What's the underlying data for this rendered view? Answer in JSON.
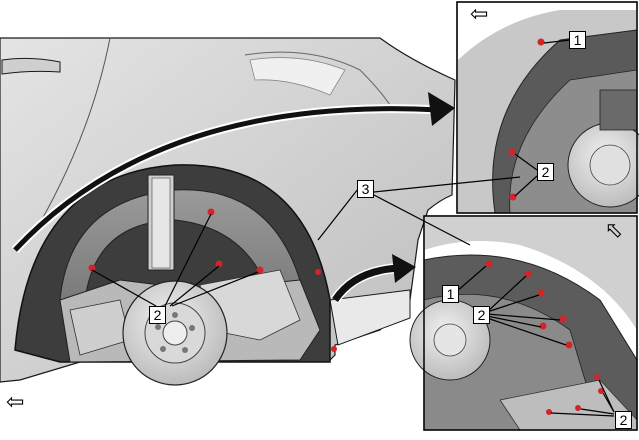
{
  "figure": {
    "callouts": {
      "c1a": "1",
      "c1b": "1",
      "c2a": "2",
      "c2b": "2",
      "c2c": "2",
      "c2d": "2",
      "c3": "3"
    },
    "direction_icons": {
      "main": "left-arrow-icon",
      "inset_top": "left-arrow-icon",
      "inset_bottom": "diagonal-arrow-icon"
    },
    "colors": {
      "fastener": "#d4232a",
      "body": "#d0d0d0",
      "outline": "#1a1a1a",
      "frame": "#000000"
    }
  }
}
